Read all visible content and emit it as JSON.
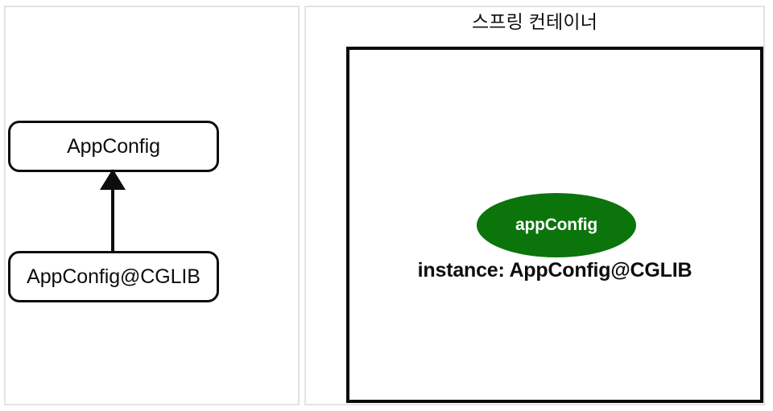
{
  "diagram": {
    "title": "스프링 컨테이너",
    "background_color": "#ffffff",
    "panel_border_color": "#e3e3e3",
    "box_border_color": "#0d0d0d",
    "bean_color": "#0b740b",
    "bean_text_color": "#ffffff"
  },
  "left_panel": {
    "name": "class-hierarchy-panel",
    "classes": [
      {
        "label": "AppConfig",
        "role": "superclass"
      },
      {
        "label": "AppConfig@CGLIB",
        "role": "subclass"
      }
    ],
    "relation": {
      "type": "inheritance",
      "from": "AppConfig@CGLIB",
      "to": "AppConfig",
      "arrow": "solid-line-filled-triangle-up"
    }
  },
  "right_panel": {
    "name": "spring-container-panel",
    "title": "스프링 컨테이너",
    "container_box": {
      "label": "spring-container-box"
    },
    "bean": {
      "name": "appConfig",
      "instance_label": "instance: AppConfig@CGLIB",
      "shape": "ellipse",
      "fill": "#0b740b"
    }
  }
}
